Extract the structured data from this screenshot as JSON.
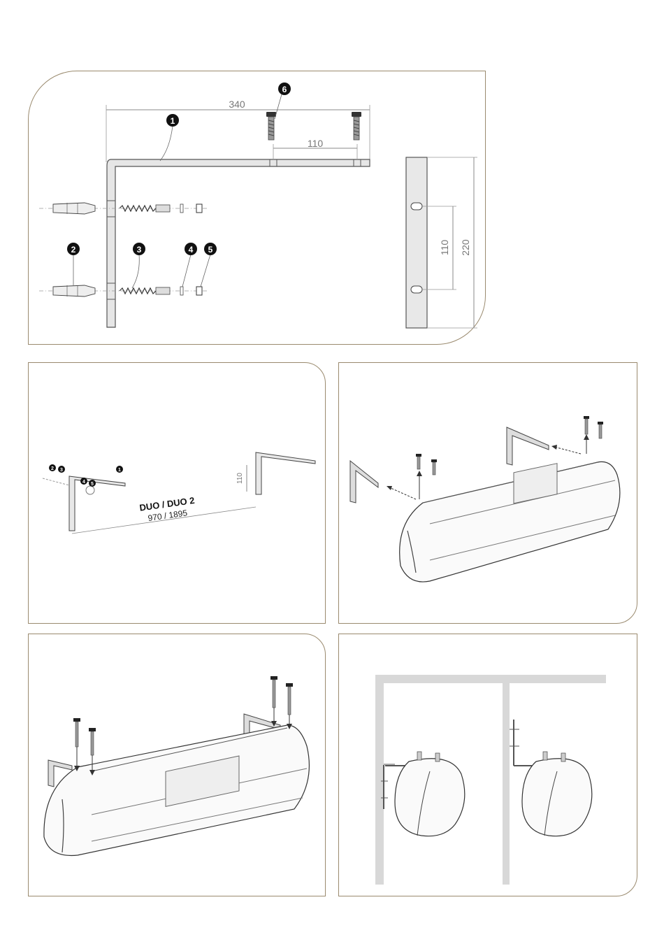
{
  "top_panel": {
    "dim_width": "340",
    "dim_bolt_spacing": "110",
    "dim_slot_spacing": "110",
    "dim_plate_height": "220",
    "callouts": {
      "bracket": "1",
      "wall_plug": "2",
      "screw": "3",
      "washer": "4",
      "nut": "5",
      "bolt": "6"
    }
  },
  "layout_panel": {
    "model_label_1": "DUO",
    "model_separator": " / ",
    "model_label_2": "DUO 2",
    "model_lengths": "970 / 1895",
    "dim_height": "110",
    "callouts": [
      "2",
      "3",
      "4",
      "5",
      "1"
    ]
  },
  "colors": {
    "panel_border": "#9a8a6e",
    "line": "#444444",
    "dimension": "#777777",
    "wall": "#d8d8d8"
  }
}
